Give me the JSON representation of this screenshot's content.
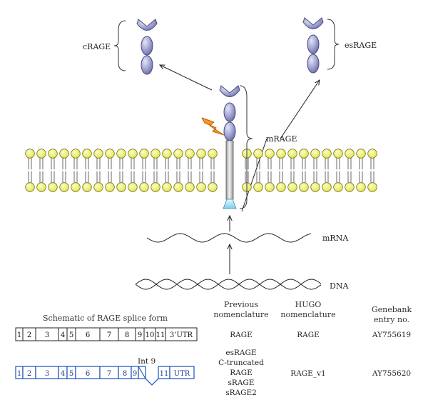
{
  "labels": {
    "crage": "cRAGE",
    "esrage": "esRAGE",
    "mrage": "mRAGE",
    "mrna": "mRNA",
    "dna": "DNA",
    "int9": "Int 9"
  },
  "table": {
    "schematic_header": "Schematic of RAGE splice form",
    "previous_header": [
      "Previous",
      "nomenclature"
    ],
    "hugo_header": [
      "HUGO",
      "nomenclature"
    ],
    "genebank_header": [
      "Genebank",
      "entry no."
    ],
    "rows": [
      {
        "exons": [
          "1",
          "2",
          "3",
          "4",
          "5",
          "6",
          "7",
          "8",
          "9",
          "10",
          "11",
          "3’UTR"
        ],
        "previous": [
          "RAGE"
        ],
        "hugo": "RAGE",
        "genebank": "AY755619"
      },
      {
        "exons": [
          "1",
          "2",
          "3",
          "4",
          "5",
          "6",
          "7",
          "8",
          "9",
          "11",
          "UTR"
        ],
        "previous": [
          "esRAGE",
          "C-truncated",
          "RAGE",
          "sRAGE",
          "sRAGE2"
        ],
        "hugo": "RAGE_v1",
        "genebank": "AY755620"
      }
    ]
  },
  "colors": {
    "domain_purple": "#8f92c4",
    "lipid_yellow": "#eef06a",
    "bolt_orange": "#f08a1c",
    "variant_blue": "#2a5fc4",
    "transmembrane_gray": "#c8c8c8",
    "cytoplasmic_cyan": "#8ed8f0"
  }
}
